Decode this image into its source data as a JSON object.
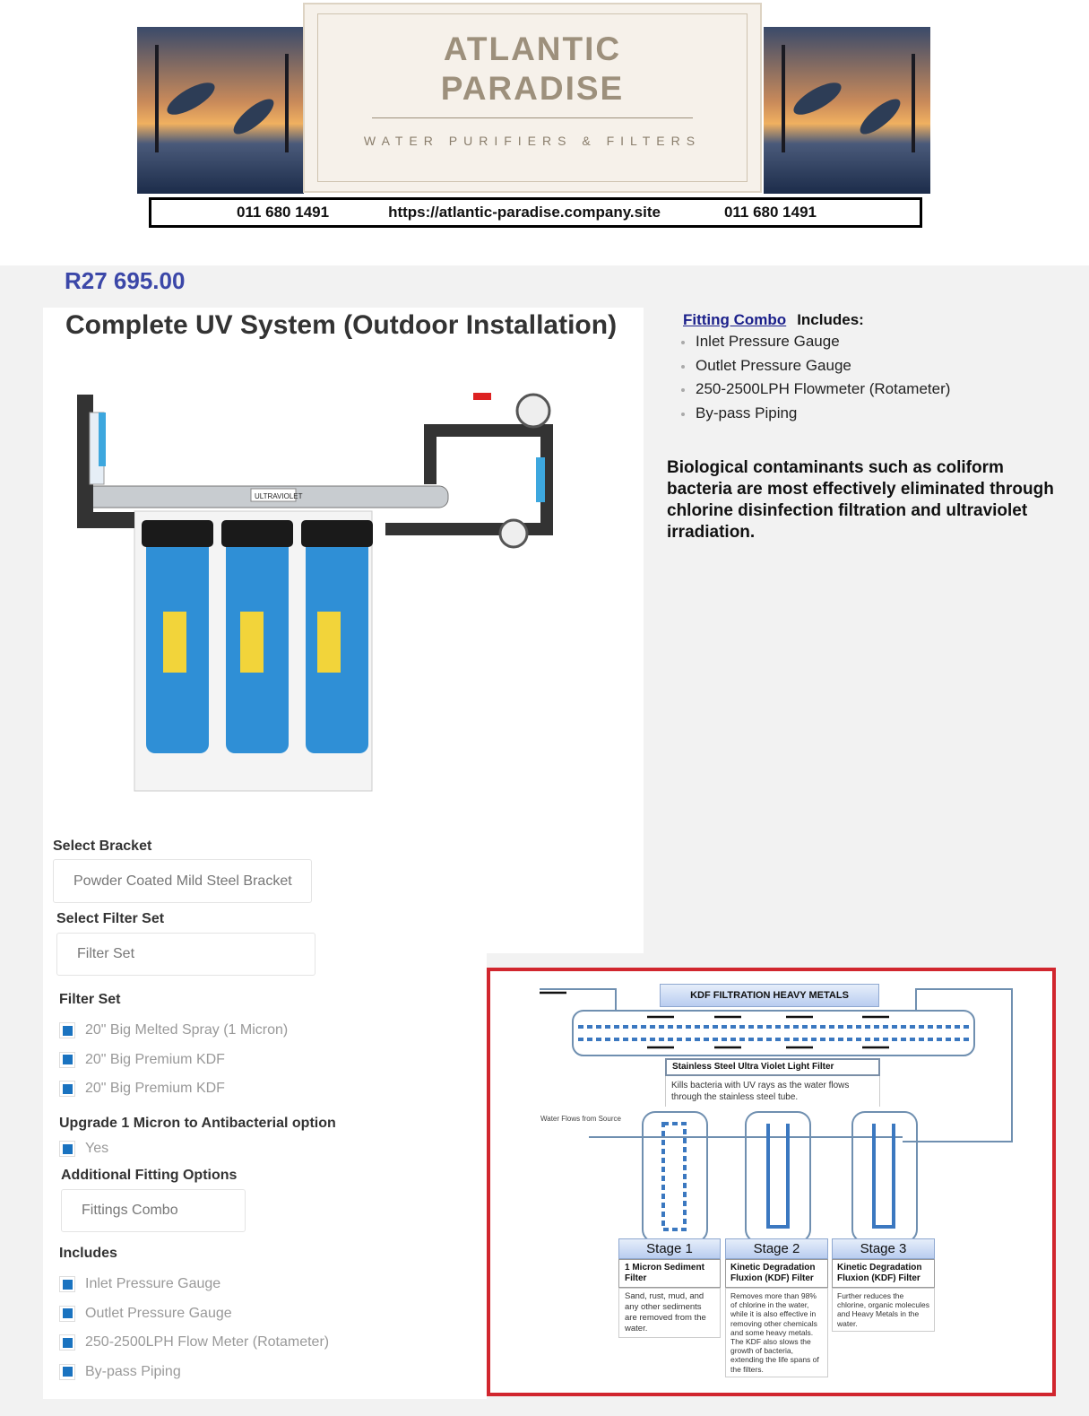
{
  "header": {
    "logo_title_line1": "ATLANTIC",
    "logo_title_line2": "PARADISE",
    "logo_subtitle": "WATER PURIFIERS & FILTERS",
    "phone_left": "011 680 1491",
    "website": "https://atlantic-paradise.company.site",
    "phone_right": "011 680 1491"
  },
  "product": {
    "price": "R27 695.00",
    "title": "Complete UV System  (Outdoor  Installation)",
    "image_label": "ULTRAVIOLET"
  },
  "form": {
    "bracket_label": "Select Bracket",
    "bracket_value": "Powder Coated Mild Steel Bracket",
    "filter_set_select_label": "Select Filter Set",
    "filter_set_value": "Filter Set",
    "filter_set_label": "Filter Set",
    "filter_set_items": [
      "20\" Big Melted Spray (1 Micron)",
      "20\" Big Premium KDF",
      "20\" Big Premium KDF"
    ],
    "upgrade_label": "Upgrade 1 Micron to Antibacterial option",
    "upgrade_option": "Yes",
    "fitting_label": "Additional Fitting Options",
    "fitting_value": "Fittings Combo",
    "includes_label": "Includes",
    "includes_items": [
      "Inlet Pressure Gauge",
      "Outlet Pressure Gauge",
      "250-2500LPH Flow Meter (Rotameter)",
      "By-pass Piping"
    ]
  },
  "fitting_combo": {
    "link": "Fitting Combo",
    "includes": "Includes:",
    "items": [
      "Inlet Pressure Gauge",
      "Outlet Pressure Gauge",
      "250-2500LPH Flowmeter (Rotameter)",
      "By-pass Piping"
    ]
  },
  "description": "Biological contaminants such as coliform bacteria are most effectively eliminated through chlorine disinfection filtration and ultraviolet irradiation.",
  "diagram": {
    "kdf_title": "KDF FILTRATION HEAVY METALS",
    "uv_title": "Stainless Steel Ultra Violet Light Filter",
    "uv_desc": "Kills bacteria with UV rays as the water flows through the stainless steel tube.",
    "source": "Water Flows from Source",
    "stages": [
      {
        "name": "Stage 1",
        "title": "1 Micron Sediment Filter",
        "desc": "Sand, rust, mud, and any other sediments are removed from the water."
      },
      {
        "name": "Stage 2",
        "title": "Kinetic Degradation Fluxion (KDF) Filter",
        "desc": "Removes more than 98% of chlorine in the water, while it is also effective in removing other chemicals and some heavy metals. The KDF also slows the growth of bacteria, extending the life spans of the filters."
      },
      {
        "name": "Stage 3",
        "title": "Kinetic Degradation Fluxion (KDF) Filter",
        "desc": "Further reduces the chlorine, organic molecules and Heavy Metals in the water."
      }
    ]
  },
  "colors": {
    "price": "#3b47a8",
    "checkbox": "#1a73c0",
    "diagram_border": "#d1262e"
  }
}
